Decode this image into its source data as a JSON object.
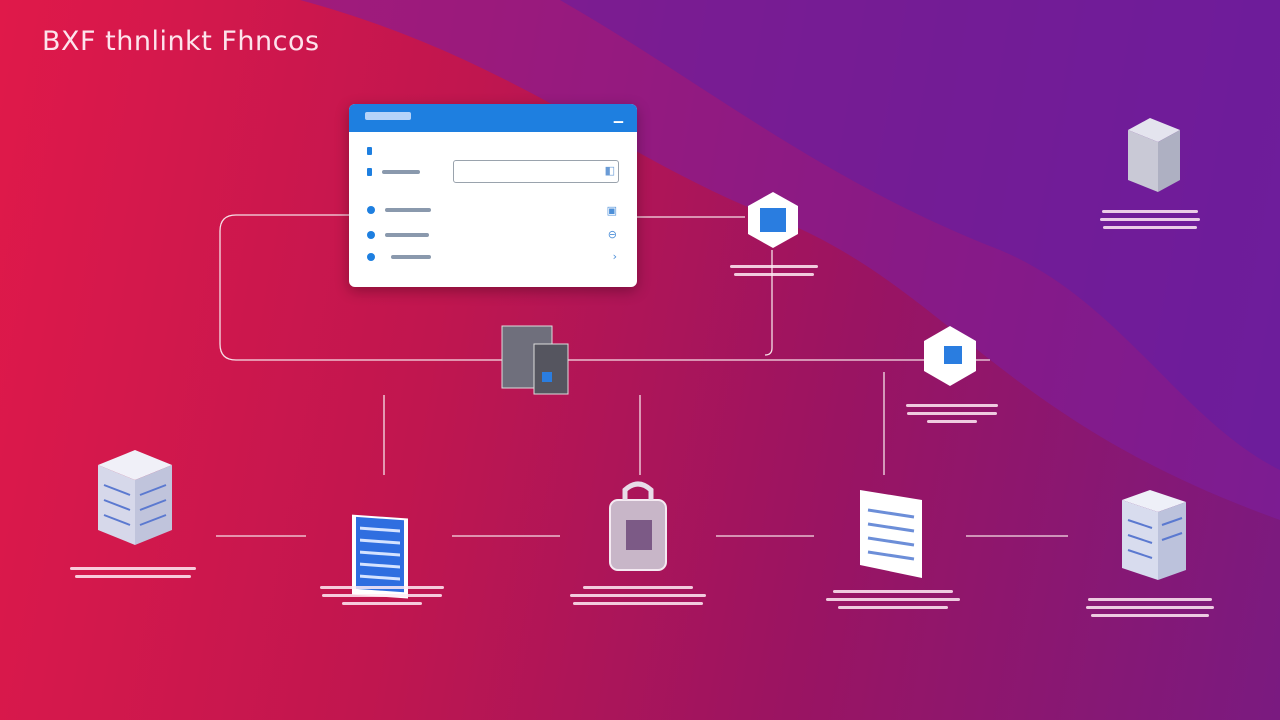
{
  "title": "BXF thnlinkt  Fhncos",
  "colors": {
    "accent": "#1e7fe0",
    "background_left": "#e0194a",
    "background_right": "#6a1b9a",
    "line": "#f6dfe6"
  },
  "dialog": {
    "close_icon": "minimize-icon",
    "rows": [
      {
        "icon": "file-icon"
      },
      {
        "icon": "user-icon",
        "has_input": true
      },
      {
        "icon": "globe-icon"
      },
      {
        "icon": "shield-icon"
      },
      {
        "icon": "cloud-icon"
      }
    ]
  },
  "nodes": [
    {
      "id": "server-top-right",
      "icon": "server-icon"
    },
    {
      "id": "hub-top",
      "icon": "hexagon-app-icon"
    },
    {
      "id": "center-device",
      "icon": "device-icon"
    },
    {
      "id": "hub-right",
      "icon": "hexagon-app-icon"
    },
    {
      "id": "bottom-1",
      "icon": "stack-icon"
    },
    {
      "id": "bottom-2",
      "icon": "document-icon"
    },
    {
      "id": "bottom-3",
      "icon": "lock-icon"
    },
    {
      "id": "bottom-4",
      "icon": "document-icon"
    },
    {
      "id": "bottom-5",
      "icon": "server-icon"
    }
  ]
}
